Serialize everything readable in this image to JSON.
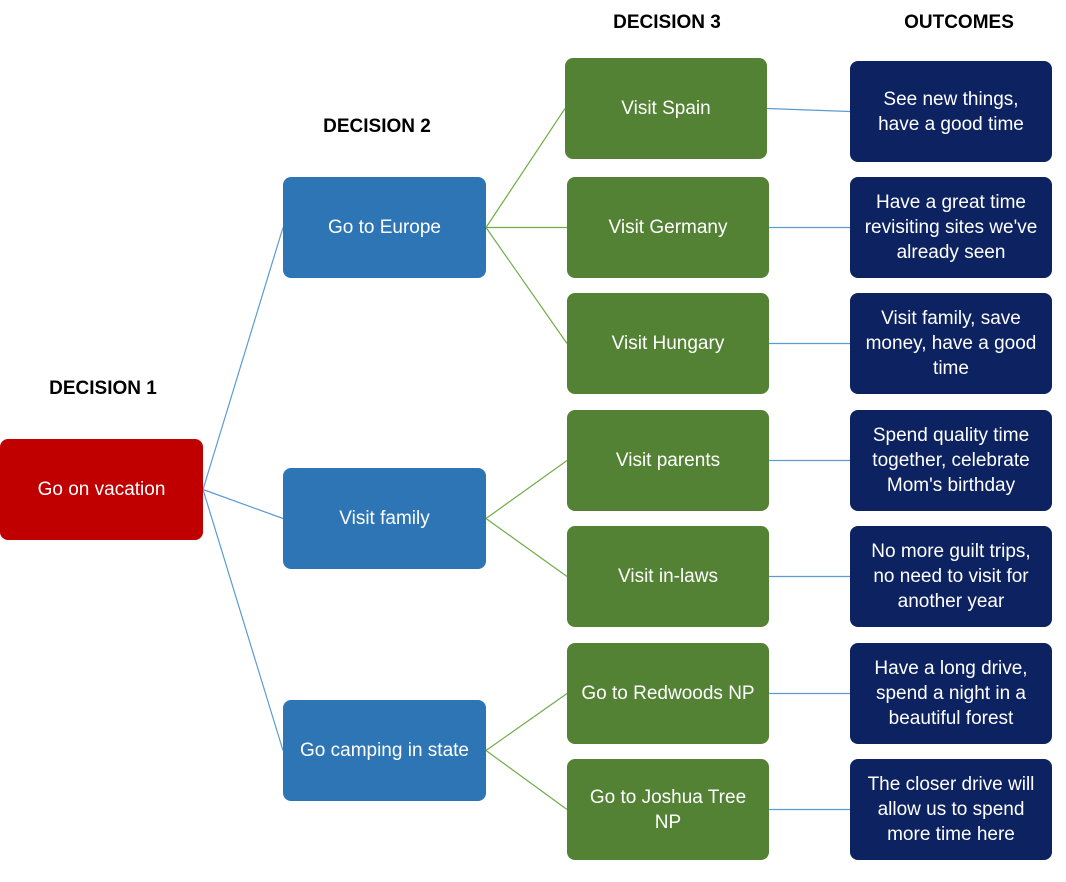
{
  "headings": {
    "decision1": "DECISION 1",
    "decision2": "DECISION 2",
    "decision3": "DECISION 3",
    "outcomes": "OUTCOMES"
  },
  "colors": {
    "decision1_fill": "#c00000",
    "decision2_fill": "#2e75b6",
    "decision3_fill": "#548235",
    "outcome_fill": "#0c2261",
    "blue_connector": "#5b9bd5",
    "green_connector": "#70ad47"
  },
  "decision1": {
    "label": "Go on vacation"
  },
  "decision2": [
    {
      "label": "Go to Europe"
    },
    {
      "label": "Visit family"
    },
    {
      "label": "Go camping in state"
    }
  ],
  "decision3": [
    {
      "label": "Visit Spain",
      "parent": 0
    },
    {
      "label": "Visit Germany",
      "parent": 0
    },
    {
      "label": "Visit Hungary",
      "parent": 0
    },
    {
      "label": "Visit parents",
      "parent": 1
    },
    {
      "label": "Visit in-laws",
      "parent": 1
    },
    {
      "label": "Go to Redwoods NP",
      "parent": 2
    },
    {
      "label": "Go to Joshua Tree\nNP",
      "parent": 2
    }
  ],
  "outcomes": [
    {
      "label": "See new things,\nhave a good time"
    },
    {
      "label": "Have a great time\nrevisiting sites we've\nalready seen"
    },
    {
      "label": "Visit family, save\nmoney, have a good\ntime"
    },
    {
      "label": "Spend quality time\ntogether, celebrate\nMom's birthday"
    },
    {
      "label": "No more guilt trips,\nno need to visit for\nanother year"
    },
    {
      "label": "Have a long drive,\nspend a night in a\nbeautiful forest"
    },
    {
      "label": "The closer drive will\nallow us to spend\nmore time here"
    }
  ]
}
